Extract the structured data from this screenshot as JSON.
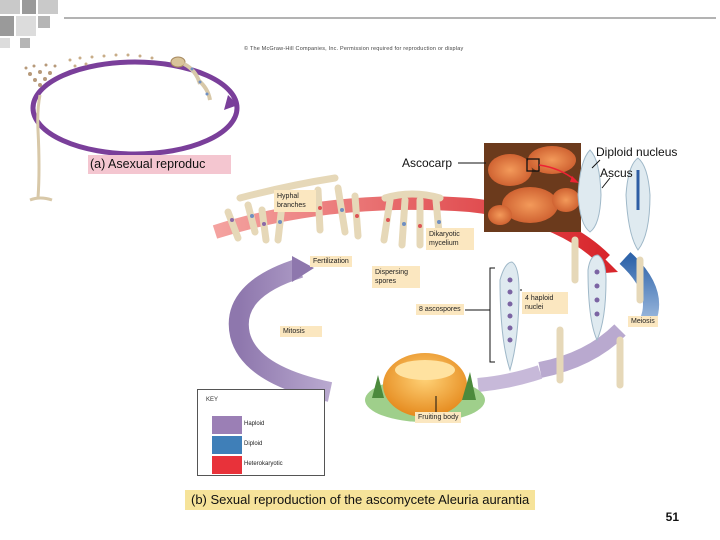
{
  "copyright": "© The McGraw-Hill Companies, Inc. Permission required for reproduction or display",
  "titles": {
    "asexual": "(a) Asexual reproduc",
    "sexual": "(b) Sexual reproduction of the ascomycete Aleuria aurantia"
  },
  "labels": {
    "ascocarp": "Ascocarp",
    "diploid_nucleus": "Diploid nucleus",
    "ascus": "Ascus",
    "hyphal_branches": "Hyphal branches",
    "dikaryotic_mycelium": "Dikaryotic mycelium",
    "fertilization": "Fertilization",
    "dispersing_spores": "Dispersing spores",
    "ascospores": "8 ascospores",
    "haploid_nuclei": "4 haploid nuclei",
    "meiosis": "Meiosis",
    "mitosis": "Mitosis",
    "fruiting_body": "Fruiting body"
  },
  "key": {
    "title": "KEY",
    "items": [
      {
        "label": "Haploid",
        "color": "#9b7fb5"
      },
      {
        "label": "Diploid",
        "color": "#3f7fb8"
      },
      {
        "label": "Heterokaryotic",
        "color": "#e8323a"
      }
    ]
  },
  "page_number": "51",
  "colors": {
    "haploid_arrow": "#9d87b8",
    "diploid_arrow": "#3d6fb0",
    "dikaryotic_arrow": "#e0383a",
    "asexual_ring": "#7a3f9a",
    "label_peach": "#fbe7c0",
    "label_pink": "#f2c4cf",
    "title_yellow": "#f6e39a"
  }
}
